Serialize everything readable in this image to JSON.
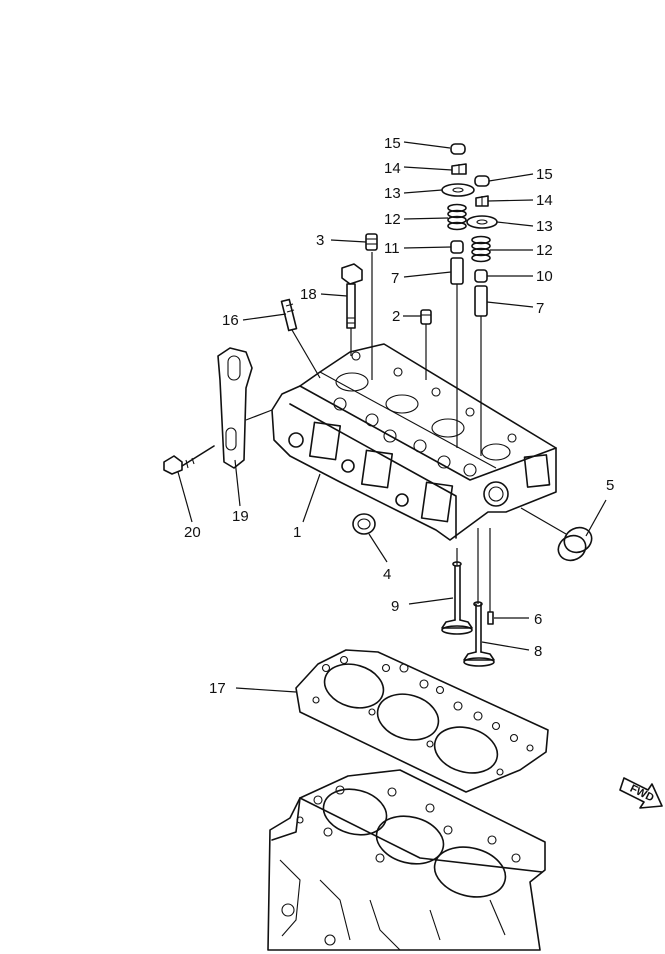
{
  "callouts": {
    "c1": "1",
    "c2": "2",
    "c3": "3",
    "c4": "4",
    "c5": "5",
    "c6": "6",
    "c7a": "7",
    "c7b": "7",
    "c8": "8",
    "c9": "9",
    "c10": "10",
    "c11": "11",
    "c12a": "12",
    "c12b": "12",
    "c13a": "13",
    "c13b": "13",
    "c14a": "14",
    "c14b": "14",
    "c15a": "15",
    "c15b": "15",
    "c16": "16",
    "c17": "17",
    "c18": "18",
    "c19": "19",
    "c20": "20"
  },
  "fwd_label": "FWD"
}
